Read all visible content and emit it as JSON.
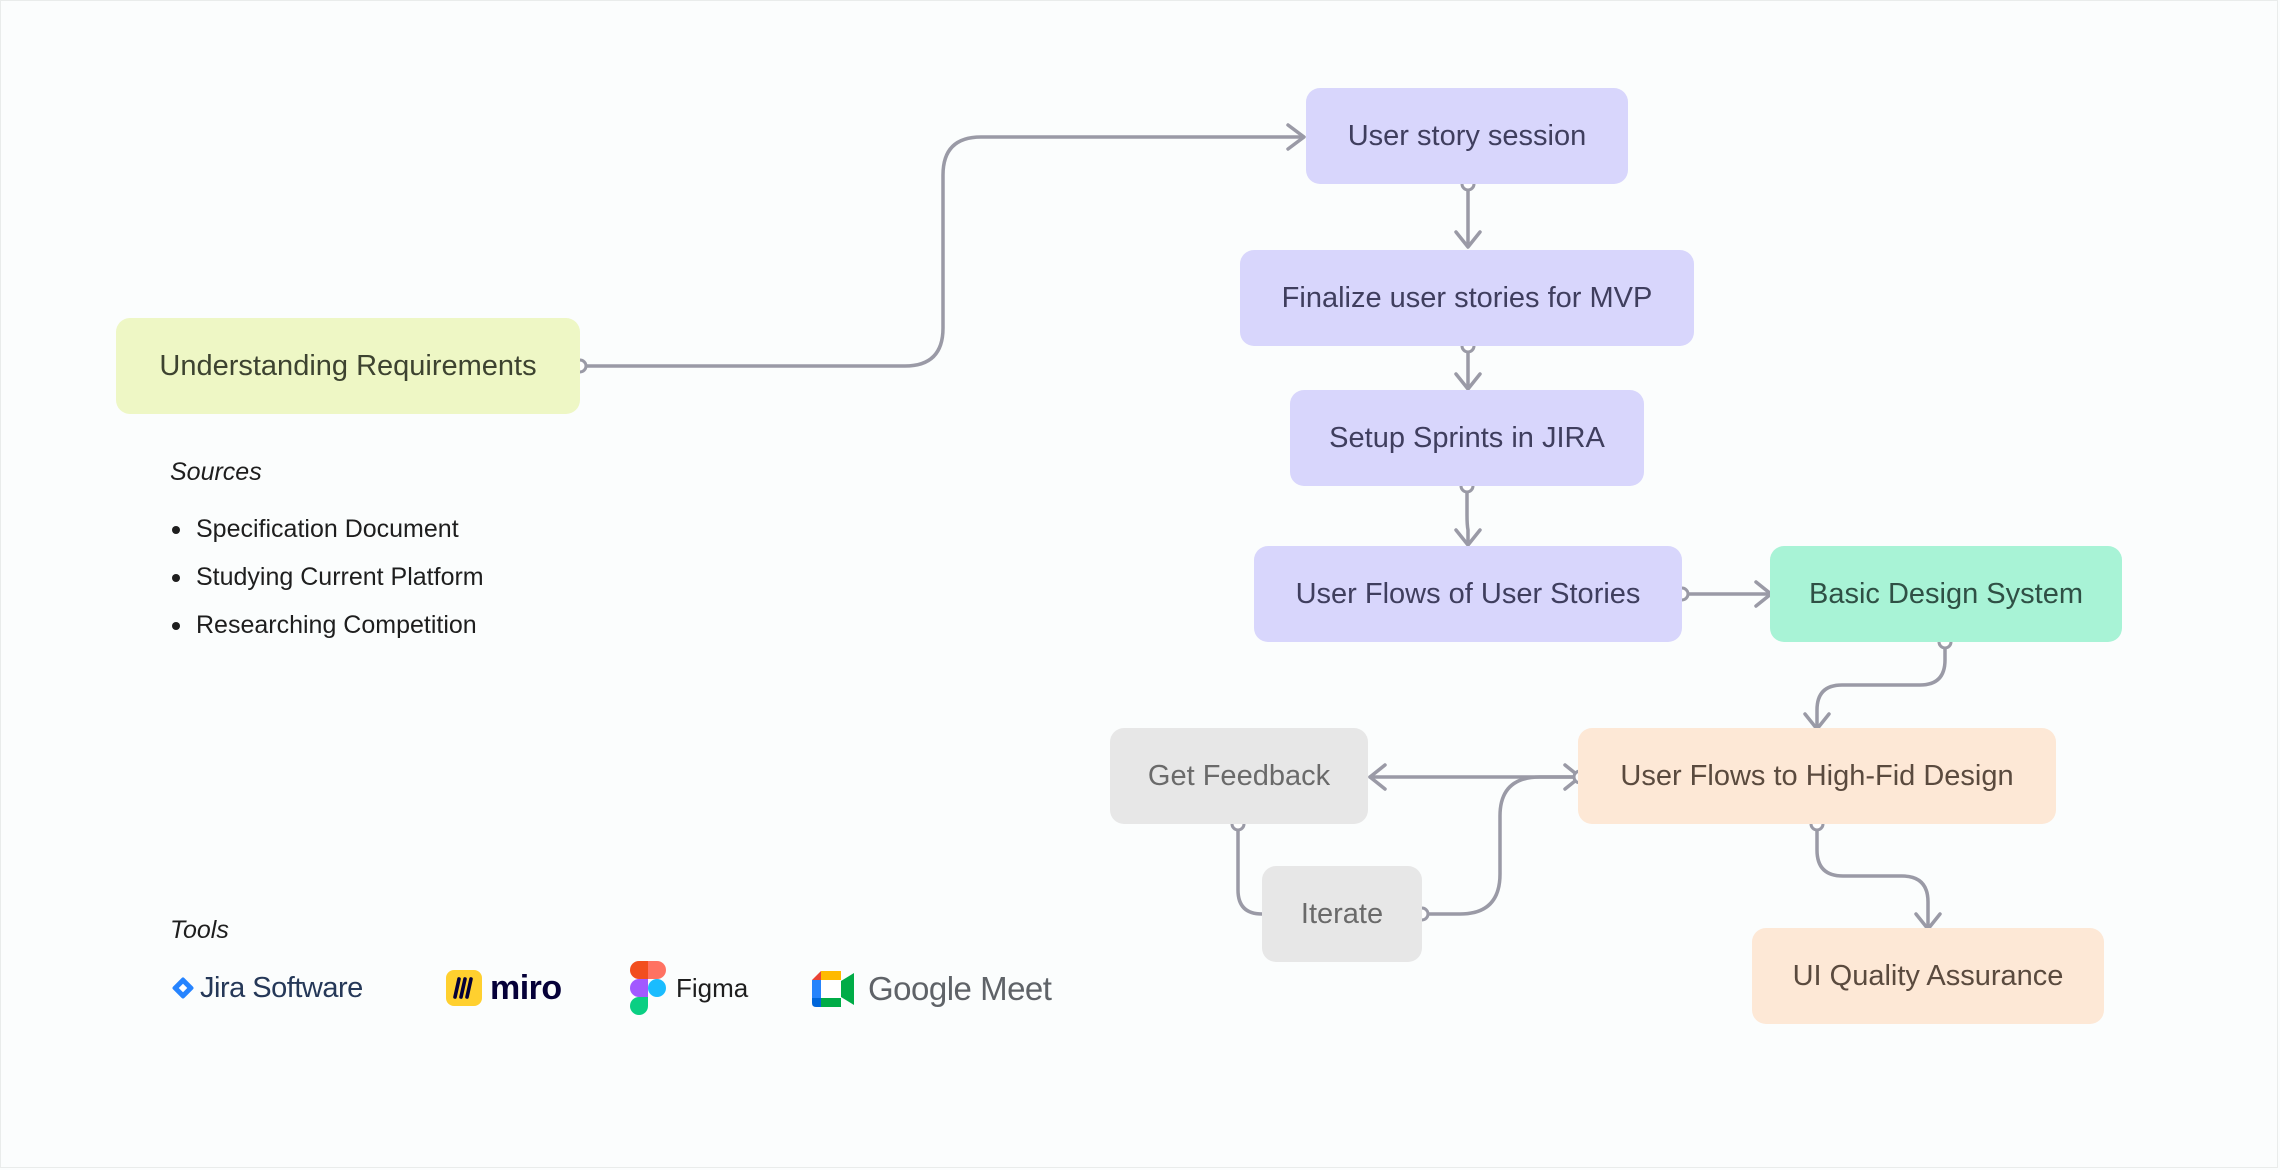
{
  "nodes": {
    "understanding_requirements": "Understanding Requirements",
    "user_story_session": "User story session",
    "finalize_user_stories": "Finalize user stories for MVP",
    "setup_sprints": "Setup Sprints in JIRA",
    "user_flows_of_user_stories": "User Flows of User Stories",
    "basic_design_system": "Basic Design System",
    "user_flows_high_fid": "User Flows to High-Fid Design",
    "get_feedback": "Get Feedback",
    "iterate": "Iterate",
    "ui_quality_assurance": "UI Quality Assurance"
  },
  "sources": {
    "heading": "Sources",
    "items": [
      "Specification Document",
      "Studying Current Platform",
      "Researching Competition"
    ]
  },
  "tools": {
    "heading": "Tools",
    "items": [
      {
        "name": "Jira Software",
        "icon": "jira-icon"
      },
      {
        "name": "miro",
        "icon": "miro-icon"
      },
      {
        "name": "Figma",
        "icon": "figma-icon"
      },
      {
        "name": "Google Meet",
        "icon": "google-meet-icon"
      }
    ]
  },
  "colors": {
    "connector": "#9a9aa6",
    "purple_node": "#d8d6fc",
    "yellow_node": "#eef7c5",
    "green_node": "#a8f3d6",
    "peach_node": "#fde8d6",
    "gray_node": "#e7e7e7"
  }
}
